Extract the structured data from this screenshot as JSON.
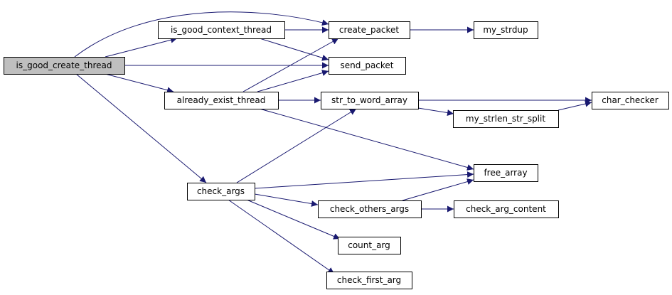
{
  "graph": {
    "colors": {
      "edge": "#191970",
      "node_fill": "#ffffff",
      "root_fill": "#bfbfbf",
      "node_border": "#000000"
    },
    "nodes": [
      {
        "id": "is_good_create_thread",
        "label": "is_good_create_thread",
        "root": true
      },
      {
        "id": "is_good_context_thread",
        "label": "is_good_context_thread"
      },
      {
        "id": "already_exist_thread",
        "label": "already_exist_thread"
      },
      {
        "id": "check_args",
        "label": "check_args"
      },
      {
        "id": "create_packet",
        "label": "create_packet"
      },
      {
        "id": "send_packet",
        "label": "send_packet"
      },
      {
        "id": "my_strdup",
        "label": "my_strdup"
      },
      {
        "id": "str_to_word_array",
        "label": "str_to_word_array"
      },
      {
        "id": "my_strlen_str_split",
        "label": "my_strlen_str_split"
      },
      {
        "id": "char_checker",
        "label": "char_checker"
      },
      {
        "id": "free_array",
        "label": "free_array"
      },
      {
        "id": "check_others_args",
        "label": "check_others_args"
      },
      {
        "id": "check_arg_content",
        "label": "check_arg_content"
      },
      {
        "id": "count_arg",
        "label": "count_arg"
      },
      {
        "id": "check_first_arg",
        "label": "check_first_arg"
      }
    ],
    "edges": [
      {
        "from": "is_good_create_thread",
        "to": "create_packet"
      },
      {
        "from": "is_good_create_thread",
        "to": "is_good_context_thread"
      },
      {
        "from": "is_good_create_thread",
        "to": "send_packet"
      },
      {
        "from": "is_good_create_thread",
        "to": "already_exist_thread"
      },
      {
        "from": "is_good_create_thread",
        "to": "check_args"
      },
      {
        "from": "is_good_context_thread",
        "to": "create_packet"
      },
      {
        "from": "is_good_context_thread",
        "to": "send_packet"
      },
      {
        "from": "already_exist_thread",
        "to": "create_packet"
      },
      {
        "from": "already_exist_thread",
        "to": "send_packet"
      },
      {
        "from": "already_exist_thread",
        "to": "str_to_word_array"
      },
      {
        "from": "already_exist_thread",
        "to": "free_array"
      },
      {
        "from": "create_packet",
        "to": "my_strdup"
      },
      {
        "from": "str_to_word_array",
        "to": "char_checker"
      },
      {
        "from": "str_to_word_array",
        "to": "my_strlen_str_split"
      },
      {
        "from": "my_strlen_str_split",
        "to": "char_checker"
      },
      {
        "from": "check_args",
        "to": "str_to_word_array"
      },
      {
        "from": "check_args",
        "to": "free_array"
      },
      {
        "from": "check_args",
        "to": "check_others_args"
      },
      {
        "from": "check_args",
        "to": "count_arg"
      },
      {
        "from": "check_args",
        "to": "check_first_arg"
      },
      {
        "from": "check_others_args",
        "to": "free_array"
      },
      {
        "from": "check_others_args",
        "to": "check_arg_content"
      }
    ]
  }
}
